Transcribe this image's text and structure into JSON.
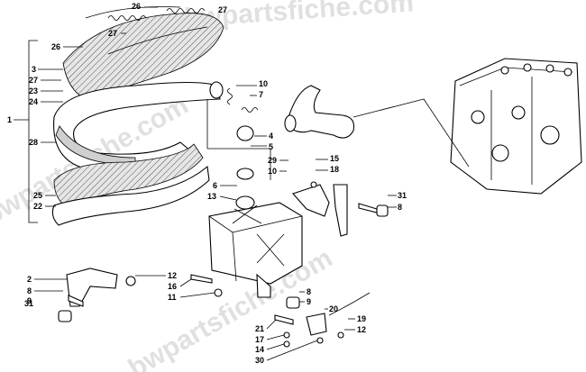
{
  "watermark": {
    "top": "bwpartsfiche.com",
    "middle": "bwpartsfiche.com",
    "bottom": "bwpartsfiche.com"
  },
  "labels": [
    {
      "id": "l26a",
      "text": "26"
    },
    {
      "id": "l27a",
      "text": "27"
    },
    {
      "id": "l26b",
      "text": "26"
    },
    {
      "id": "l27b",
      "text": "27"
    },
    {
      "id": "l3",
      "text": "3"
    },
    {
      "id": "l27c",
      "text": "27"
    },
    {
      "id": "l23",
      "text": "23"
    },
    {
      "id": "l24",
      "text": "24"
    },
    {
      "id": "l1",
      "text": "1"
    },
    {
      "id": "l28",
      "text": "28"
    },
    {
      "id": "l25",
      "text": "25"
    },
    {
      "id": "l22",
      "text": "22"
    },
    {
      "id": "l10",
      "text": "10"
    },
    {
      "id": "l7",
      "text": "7"
    },
    {
      "id": "l4",
      "text": "4"
    },
    {
      "id": "l5",
      "text": "5"
    },
    {
      "id": "l29",
      "text": "29"
    },
    {
      "id": "l15",
      "text": "15"
    },
    {
      "id": "l10b",
      "text": "10"
    },
    {
      "id": "l18",
      "text": "18"
    },
    {
      "id": "l6",
      "text": "6"
    },
    {
      "id": "l13",
      "text": "13"
    },
    {
      "id": "l31a",
      "text": "31"
    },
    {
      "id": "l8a",
      "text": "8"
    },
    {
      "id": "l2",
      "text": "2"
    },
    {
      "id": "l12a",
      "text": "12"
    },
    {
      "id": "l8b",
      "text": "8"
    },
    {
      "id": "l9a",
      "text": "9"
    },
    {
      "id": "l31b",
      "text": "31"
    },
    {
      "id": "l16",
      "text": "16"
    },
    {
      "id": "l11",
      "text": "11"
    },
    {
      "id": "l8c",
      "text": "8"
    },
    {
      "id": "l9b",
      "text": "9"
    },
    {
      "id": "l20",
      "text": "20"
    },
    {
      "id": "l19",
      "text": "19"
    },
    {
      "id": "l12b",
      "text": "12"
    },
    {
      "id": "l21",
      "text": "21"
    },
    {
      "id": "l17",
      "text": "17"
    },
    {
      "id": "l14",
      "text": "14"
    },
    {
      "id": "l30",
      "text": "30"
    }
  ]
}
